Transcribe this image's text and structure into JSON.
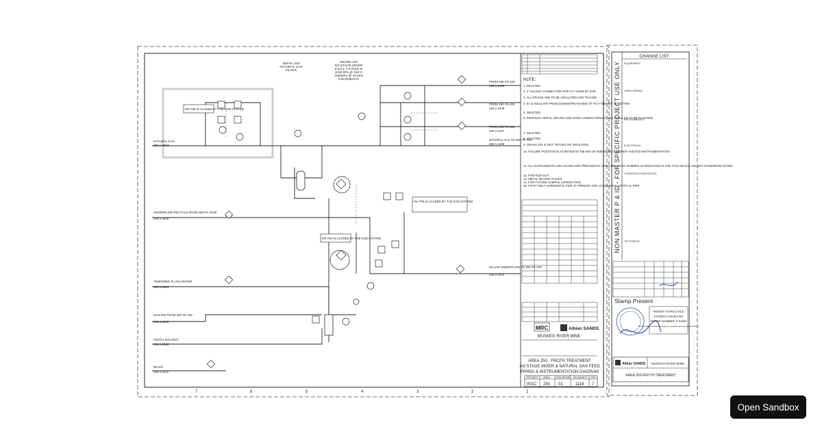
{
  "sandbox_button": {
    "label": "Open Sandbox"
  },
  "drawing": {
    "header_labels": {
      "filter": [
        "250-FL-103",
        "NATURAL GAS",
        "FILTER"
      ],
      "mixer": [
        "250-MX-103",
        "3rd STAGE MIXER",
        "8.1m L x 0.762m D",
        "1035 kPa @ 150 C",
        "2000kPa @ 20 kPa",
        "8 ELEMENTS"
      ]
    },
    "line_labels": [
      {
        "id": "natural-gas-in",
        "text": "NATURAL GAS",
        "tag": "250-1-0613"
      },
      {
        "id": "underflow-recycle",
        "text": "UNDERFLOW RECYCLE FROM 250-P1-104/8",
        "tag": "250-1-1109"
      },
      {
        "id": "tempered-flush",
        "text": "TEMPERED FLUSH WATER",
        "tag": "250-1-0524"
      },
      {
        "id": "ulflow",
        "text": "ULFLOW FROM 250-TK-102",
        "tag": "250-1-1105"
      },
      {
        "id": "froth-solvent",
        "text": "FROTH SOLVENT",
        "tag": "250-1-0585"
      },
      {
        "id": "drain",
        "text": "DRAIN",
        "tag": "250-1-1112"
      },
      {
        "id": "from-1",
        "text": "FROM 250-TK-103",
        "tag": "250-1-1106"
      },
      {
        "id": "from-2",
        "text": "FROM 250-TK-103",
        "tag": "250-1-1108"
      },
      {
        "id": "from-3",
        "text": "FROM 250-TK-103",
        "tag": "250-1-1107"
      },
      {
        "id": "natural-gas-out",
        "text": "NATURAL GAS TO 250-TK-103",
        "tag": "250-1-1108"
      },
      {
        "id": "dilute-underflow",
        "text": "DILUTE UNDERFLOW TO 250-TK-103",
        "tag": "250-1-1104"
      }
    ],
    "notes_title": "NOTE:",
    "notes": [
      "1. DELETED.",
      "2. 2\" VALVED CONNECTION FOR 1½\" HOSE BY AOE.",
      "3. ALL DRAINS ARE TO BE INSULATED AND TRACED.",
      "4. ET & INSULATE FROM DOWNSTREAM SIDE OF PCV-763A/B/C TO LETTER.",
      "5. DELETED.",
      "6. PROCESS VENTS, DRAINS AND HOSE CONNECTIONS 2\" AND SMALLER TO BE PLUGGED.",
      "7. DELETED.",
      "8. DELETED.",
      "9. 250-MX-103 IS NOT TRACED OR INSULATED.",
      "10. FAILURE POSITION IS ACHIEVED BY MEANS OF EMERGENCY POWER AND ESD INSTRUMENTATION.",
      "11. ALL INSTRUMENTS AND VALVES ARE PREFIXED BY AREA AND TRAIN NUMBER AS INDICATED IN THE TITLE BLOCK UNLESS OTHERWISE NOTED.",
      "12. FOR ROD-OUT.",
      "13. METAL SEATED VALVES.",
      "14. FOR FUTURE SAMPLE CONNECTION.",
      "15. FR-ET ONLY HORIZONTAL PIPE. IF PRIMARY AND ACCESSIBLE VERTICAL PIPE."
    ],
    "callouts": [
      "MV-768 IS CLOSED BY THE ESD SYSTEM",
      "MV-765 IS CLOSED BY THE ESD SYSTEM",
      "MV-764 IS CLOSED BY THE ESD SYSTEM"
    ],
    "change_list": {
      "title": "CHANGE LIST",
      "items": [
        "EQUIPMENT:",
        "LINES ADDED:",
        "INSTRUMENTS:",
        "ELECTRICAL:",
        "CONSTRUCTION NOTES:",
        "TIE POINTS:"
      ]
    },
    "vertical_stamp": "NON MASTER P & ID - FOR SPECIFIC PROJECT USE ONLY",
    "stamp_text": "Stamp Present",
    "permit": {
      "title": "PERMIT TO PRACTICE",
      "company": "JACOBS CANADA INC",
      "number": "PERMIT NUMBER: P 04503",
      "assoc": "The Association of Professional Engineers, Geologists and Geophysicists of Alberta"
    },
    "title_block": {
      "logo_mrc": "MRC",
      "logo_albian": "Albian SANDS",
      "mine": "MUSKEG RIVER MINE",
      "title_lines": [
        "AREA 250 - FROTH TREATMENT",
        "3rd STAGE MIXER & NATURAL GAS FEED",
        "PIPING & INSTRUMENTATION DIAGRAM"
      ],
      "field_headers": [
        "PROJECT",
        "AREA",
        "DISCIPLINE",
        "SEQUENCE",
        "REV"
      ],
      "field_values": [
        "001C",
        "250",
        "01",
        "1118",
        "7"
      ],
      "side_mine": "MUSKEG RIVER MINE",
      "side_area": "AREA 250-FROTH TREATMENT",
      "side_albian": "Albian SANDS"
    },
    "grid_numbers": [
      "7",
      "6",
      "5",
      "4",
      "3",
      "2",
      "1"
    ]
  }
}
